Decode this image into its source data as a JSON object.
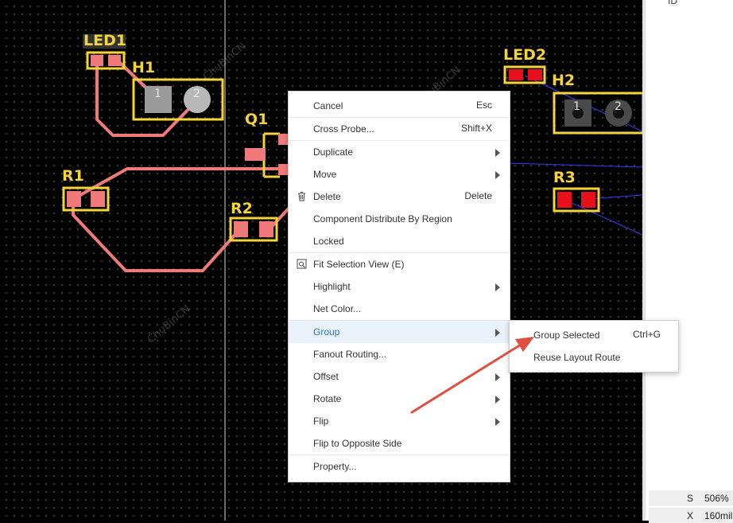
{
  "canvas": {
    "components": {
      "led1": "LED1",
      "h1": "H1",
      "q1": "Q1",
      "r1": "R1",
      "r2": "R2",
      "led2": "LED2",
      "h2": "H2",
      "r3": "R3"
    },
    "pad_numbers": {
      "h1_pad1": "1",
      "h1_pad2": "2",
      "h2_pad1": "1",
      "h2_pad2": "2"
    },
    "watermark": "ChuBinCN"
  },
  "side_panel": {
    "id_label": "ID",
    "scale_key": "S",
    "scale_value": "506%",
    "x_key": "X",
    "x_value": "160mil"
  },
  "context_menu": {
    "items": [
      {
        "label": "Cancel",
        "shortcut": "Esc"
      },
      {
        "label": "Cross Probe...",
        "shortcut": "Shift+X"
      },
      {
        "label": "Duplicate"
      },
      {
        "label": "Move"
      },
      {
        "label": "Delete",
        "shortcut": "Delete"
      },
      {
        "label": "Component Distribute By Region"
      },
      {
        "label": "Locked"
      },
      {
        "label": "Fit Selection View (E)"
      },
      {
        "label": "Highlight"
      },
      {
        "label": "Net Color..."
      },
      {
        "label": "Group"
      },
      {
        "label": "Fanout Routing..."
      },
      {
        "label": "Offset"
      },
      {
        "label": "Rotate"
      },
      {
        "label": "Flip"
      },
      {
        "label": "Flip to Opposite Side"
      },
      {
        "label": "Property..."
      }
    ]
  },
  "submenu": {
    "items": [
      {
        "label": "Group Selected",
        "shortcut": "Ctrl+G"
      },
      {
        "label": "Reuse Layout Route"
      }
    ]
  },
  "colors": {
    "silkscreen": "#f5d33b",
    "track": "#f07a7a",
    "pad_red": "#e8101a",
    "highlight_text": "#2e7cc2",
    "arrow": "#e05040"
  }
}
